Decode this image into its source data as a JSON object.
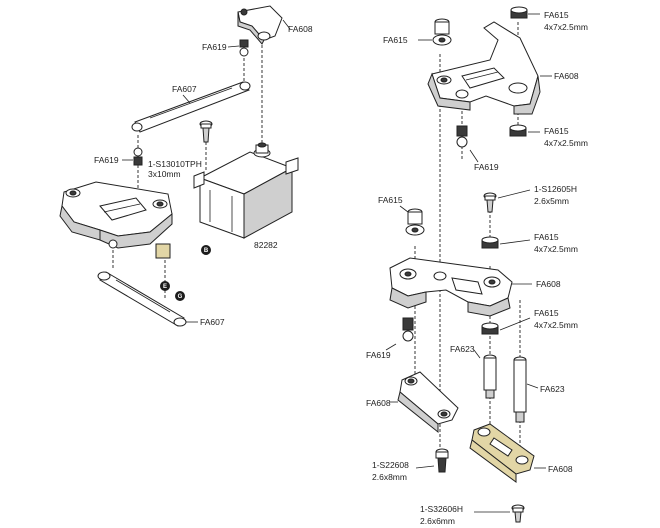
{
  "labels": {
    "fa608_top": "FA608",
    "fa619_top": "FA619",
    "fa607_upper": "FA607",
    "fa619_left": "FA619",
    "screw_s13010_line1": "1-S13010TPH",
    "screw_s13010_line2": "3x10mm",
    "servo_code": "82282",
    "fa607_lower": "FA607",
    "fa615_r1": "FA615",
    "fa615_r2_line1": "FA615",
    "fa615_r2_line2": "4x7x2.5mm",
    "fa608_r1": "FA608",
    "fa615_r3_line1": "FA615",
    "fa615_r3_line2": "4x7x2.5mm",
    "fa619_r1": "FA619",
    "screw_s12605_line1": "1-S12605H",
    "screw_s12605_line2": "2.6x5mm",
    "fa615_r4": "FA615",
    "fa615_r5_line1": "FA615",
    "fa615_r5_line2": "4x7x2.5mm",
    "fa608_r2": "FA608",
    "fa615_r6_line1": "FA615",
    "fa615_r6_line2": "4x7x2.5mm",
    "fa623_a": "FA623",
    "fa619_r2": "FA619",
    "fa623_b": "FA623",
    "fa608_r3": "FA608",
    "screw_s22608_line1": "1-S22608",
    "screw_s22608_line2": "2.6x8mm",
    "fa608_r4": "FA608",
    "screw_s32606_line1": "1-S32606H",
    "screw_s32606_line2": "2.6x6mm"
  },
  "markers": {
    "b": "B",
    "e": "E",
    "g": "G"
  }
}
